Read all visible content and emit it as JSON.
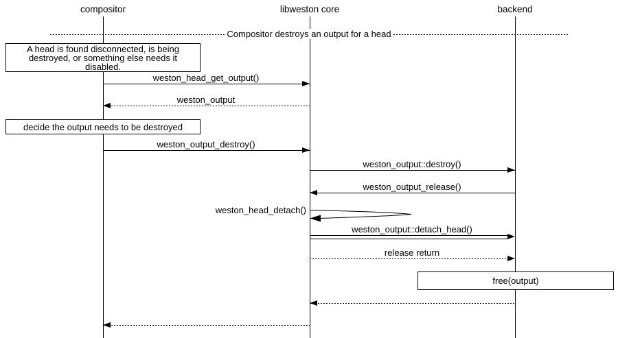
{
  "colors": {
    "foreground": "#000000",
    "background": "#ffffff"
  },
  "actors": {
    "compositor": "compositor",
    "libweston": "libweston core",
    "backend": "backend"
  },
  "divider": {
    "title": "Compositor destroys an output for a head"
  },
  "notes": {
    "head_disconnected": {
      "line1": "A head is found disconnected, is being",
      "line2": "destroyed, or something else needs it",
      "line3": "disabled."
    },
    "decide_destroy": {
      "text": "decide the output needs to be destroyed"
    },
    "free_output": {
      "text": "free(output)"
    }
  },
  "messages": {
    "head_get_output": {
      "label": "weston_head_get_output()",
      "from": "compositor",
      "to": "libweston core",
      "style": "solid"
    },
    "weston_output_return": {
      "label": "weston_output",
      "from": "libweston core",
      "to": "compositor",
      "style": "dotted"
    },
    "output_destroy": {
      "label": "weston_output_destroy()",
      "from": "compositor",
      "to": "libweston core",
      "style": "solid"
    },
    "output_destroy_vfunc": {
      "label": "weston_output::destroy()",
      "from": "libweston core",
      "to": "backend",
      "style": "solid"
    },
    "output_release": {
      "label": "weston_output_release()",
      "from": "backend",
      "to": "libweston core",
      "style": "solid"
    },
    "head_detach": {
      "label": "weston_head_detach()",
      "from": "libweston core",
      "to": "libweston core",
      "style": "self"
    },
    "detach_head_vfunc": {
      "label": "weston_output::detach_head()",
      "from": "libweston core",
      "to": "backend",
      "style": "double"
    },
    "release_return": {
      "label": "release return",
      "from": "libweston core",
      "to": "backend",
      "style": "dotted"
    },
    "unlabeled_return_backend": {
      "label": "",
      "from": "backend",
      "to": "libweston core",
      "style": "dotted"
    },
    "unlabeled_return_core": {
      "label": "",
      "from": "libweston core",
      "to": "compositor",
      "style": "dotted"
    }
  }
}
